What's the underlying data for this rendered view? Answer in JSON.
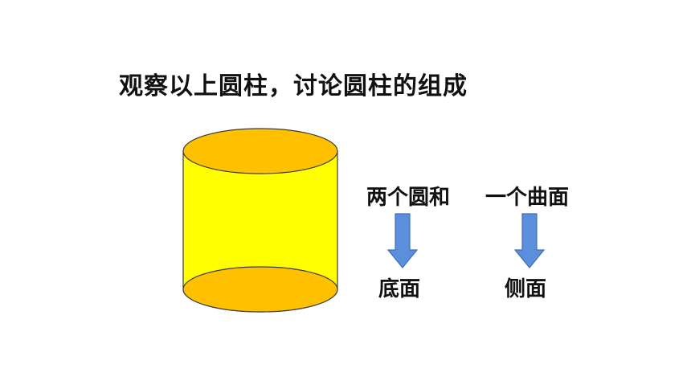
{
  "slide": {
    "title": "观察以上圆柱，讨论圆柱的组成",
    "labels": {
      "two_circles": "两个圆和",
      "one_curved_surface": "一个曲面",
      "base": "底面",
      "side": "侧面"
    },
    "colors": {
      "cylinder_body": "#FFFF00",
      "cylinder_ends": "#FFC000",
      "cylinder_outline": "#3A3A3A",
      "arrow_fill": "#5B8EDB",
      "arrow_stroke": "#3E6EB8",
      "text": "#111111"
    }
  }
}
